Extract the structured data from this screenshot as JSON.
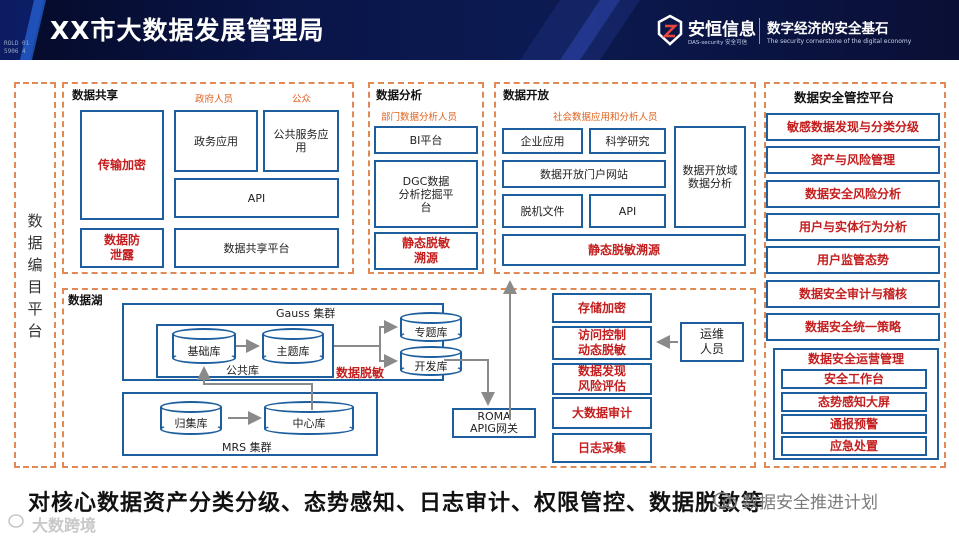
{
  "header": {
    "title": "XX市大数据发展管理局",
    "pixel_text_line1": "ROLD 01",
    "pixel_text_line2": "5906 4",
    "logo_name": "安恒信息",
    "logo_en": "DAS-security 安全可信",
    "slogan": "数字经济的安全基石",
    "slogan_en": "The security cornerstone of the digital economy"
  },
  "catalog": {
    "label": "数据编目平台",
    "chars": [
      "数",
      "据",
      "编",
      "目",
      "平",
      "台"
    ]
  },
  "sharing": {
    "title": "数据共享",
    "gov_staff": "政府人员",
    "public": "公众",
    "transmission_encryption": "传输加密",
    "gov_apps": "政务应用",
    "public_service_apps": "公共服务应用",
    "api": "API",
    "leak_prevention": "数据防泄露",
    "sharing_platform": "数据共享平台"
  },
  "analysis": {
    "title": "数据分析",
    "dept_analysts": "部门数据分析人员",
    "bi": "BI平台",
    "dgc": "DGC数据分析挖掘平台",
    "static_masking": "静态脱敏溯源"
  },
  "opening": {
    "title": "数据开放",
    "social_users": "社会数据应用和分析人员",
    "enterprise_apps": "企业应用",
    "research": "科学研究",
    "portal": "数据开放门户网站",
    "offline_files": "脱机文件",
    "api": "API",
    "domain_analysis": "数据开放域数据分析",
    "static_masking": "静态脱敏溯源"
  },
  "lake": {
    "title": "数据湖",
    "gauss_cluster": "Gauss 集群",
    "base_db": "基础库",
    "theme_db": "主题库",
    "public_db": "公共库",
    "topic_db": "专题库",
    "dev_db": "开发库",
    "data_masking": "数据脱敏",
    "archive_db": "归集库",
    "center_db": "中心库",
    "mrs_cluster": "MRS 集群",
    "roma": "ROMA APIG网关",
    "storage_encryption": "存储加密",
    "access_control": "访问控制动态脱敏",
    "discovery_risk": "数据发现风险评估",
    "big_data_audit": "大数据审计",
    "log_collection": "日志采集",
    "ops_staff": "运维人员"
  },
  "platform": {
    "title": "数据安全管控平台",
    "items": [
      "敏感数据发现与分类分级",
      "资产与风险管理",
      "数据安全风险分析",
      "用户与实体行为分析",
      "用户监管态势",
      "数据安全审计与稽核",
      "数据安全统一策略"
    ],
    "ops_title": "数据安全运营管理",
    "ops_items": [
      "安全工作台",
      "态势感知大屏",
      "通报预警",
      "应急处置"
    ]
  },
  "footer": {
    "summary": "对核心数据资产分类分级、态势感知、日志审计、权限管控、数据脱敏等",
    "watermark_left": "大数跨境",
    "watermark_right": "数据安全推进计划"
  },
  "colors": {
    "accent_red": "#c41e1e",
    "border_blue": "#1d5f9e",
    "dash_orange": "#e08a53",
    "header_navy": "#0a1548"
  }
}
